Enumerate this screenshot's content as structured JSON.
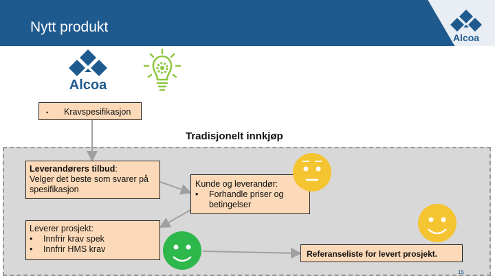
{
  "header": {
    "title": "Nytt produkt",
    "logo_text": "Alcoa"
  },
  "top": {
    "logo_text": "Alcoa",
    "bulb_icon": "lightbulb-gear-icon"
  },
  "spec_box": {
    "bullet": "•",
    "label": "Kravspesifikasjon"
  },
  "section_title": "Tradisjonelt innkjøp",
  "offer_box": {
    "heading": "Leverandørers tilbud",
    "colon": ":",
    "text": "Velger det beste som svarer på spesifikasjon"
  },
  "deliver_box": {
    "heading": "Leverer prosjekt",
    "colon": ":",
    "items": [
      "Innfrir krav spek",
      "Innfrir HMS krav"
    ]
  },
  "negotiate_box": {
    "heading": "Kunde og leverandør",
    "colon": ":",
    "items": [
      "Forhandle priser og betingelser"
    ]
  },
  "ref_box": {
    "label": "Referanseliste for levert prosjekt."
  },
  "faces": {
    "neutral": {
      "icon": "neutral-face-icon",
      "color": "#f5c431"
    },
    "happy_yellow": {
      "icon": "smiley-face-icon",
      "color": "#f5c431"
    },
    "happy_green": {
      "icon": "smiley-face-icon",
      "color": "#2eb84b"
    }
  },
  "colors": {
    "header": "#1f5a8e",
    "box_fill": "#fcd9b8",
    "area": "#d8d8d8"
  },
  "page_number": "15"
}
